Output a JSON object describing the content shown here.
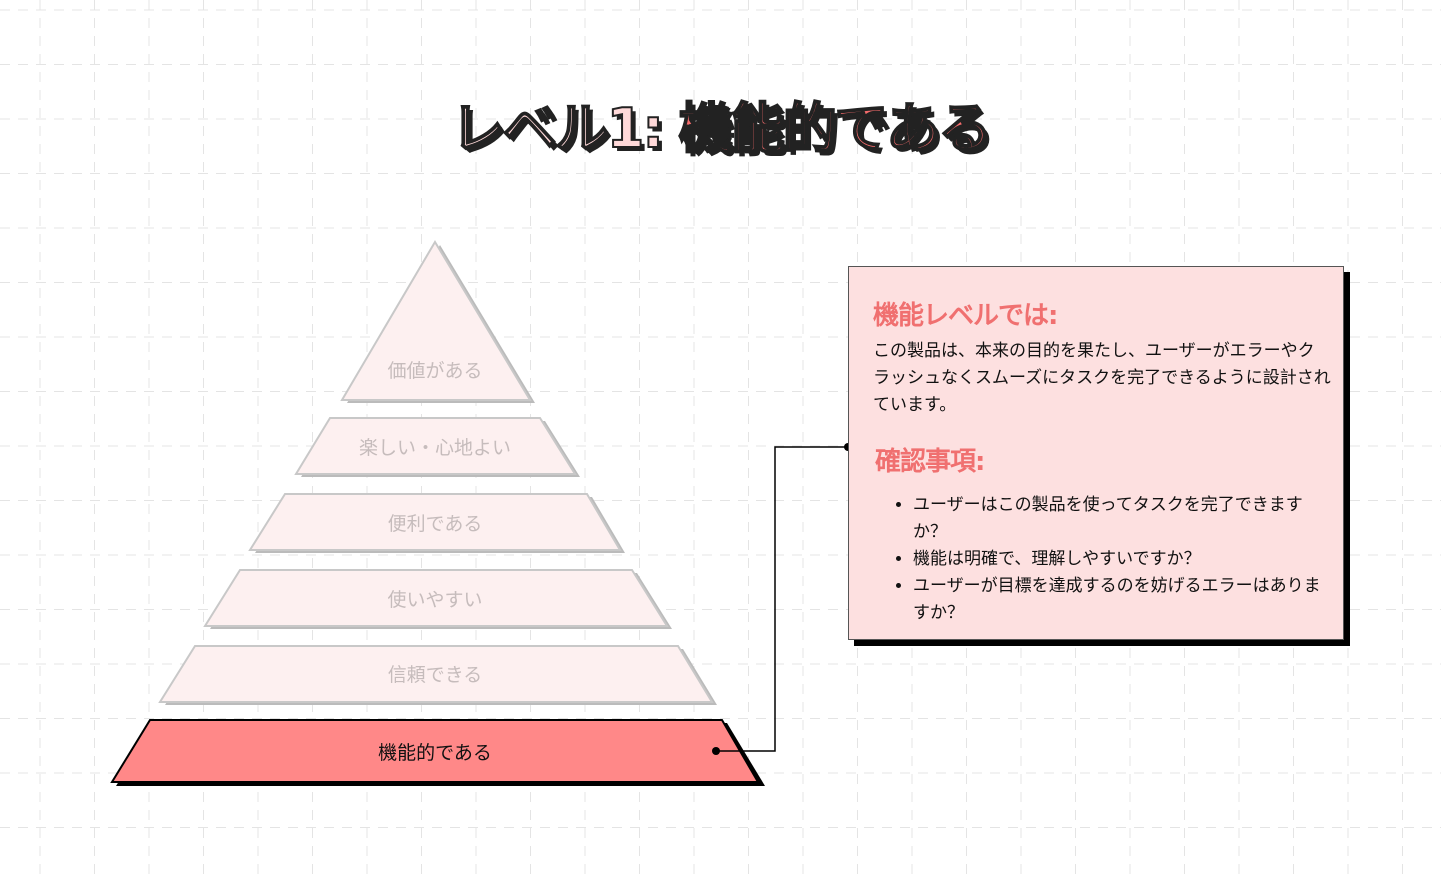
{
  "title": {
    "prefix": "レベル1: ",
    "highlight": "機能的である"
  },
  "pyramid": {
    "levels": [
      {
        "label": "価値がある",
        "active": false
      },
      {
        "label": "楽しい・心地よい",
        "active": false
      },
      {
        "label": "便利である",
        "active": false
      },
      {
        "label": "使いやすい",
        "active": false
      },
      {
        "label": "信頼できる",
        "active": false
      },
      {
        "label": "機能的である",
        "active": true
      }
    ]
  },
  "card": {
    "heading1": "機能レベルでは:",
    "body": "この製品は、本来の目的を果たし、ユーザーがエラーやクラッシュなくスムーズにタスクを完了できるように設計されています。",
    "heading2": "確認事項:",
    "items": [
      "ユーザーはこの製品を使ってタスクを完了できますか？",
      "機能は明確で、理解しやすいですか？",
      "ユーザーが目標を達成するのを妨げるエラーはありますか？"
    ]
  },
  "colors": {
    "accent": "#f56c6c",
    "active_fill": "#ff8888",
    "inactive_fill": "#fdf0f0",
    "card_fill": "#fde0e0"
  }
}
